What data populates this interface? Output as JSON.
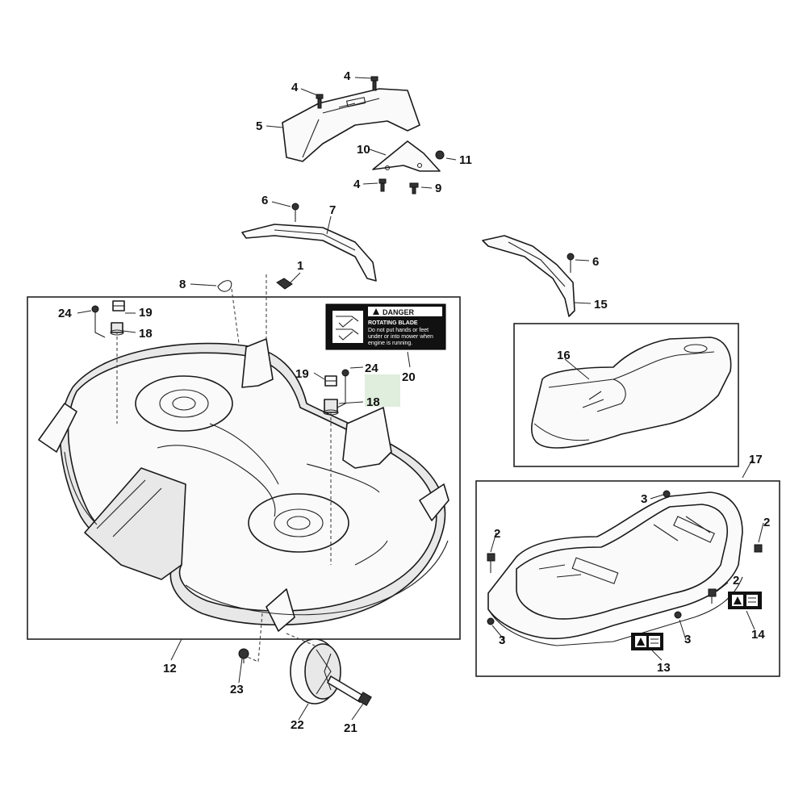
{
  "callouts": {
    "c1": "1",
    "c2a": "2",
    "c2b": "2",
    "c2c": "2",
    "c3a": "3",
    "c3b": "3",
    "c3c": "3",
    "c4a": "4",
    "c4b": "4",
    "c4c": "4",
    "c5": "5",
    "c6a": "6",
    "c6b": "6",
    "c7": "7",
    "c8": "8",
    "c9": "9",
    "c10": "10",
    "c11": "11",
    "c12": "12",
    "c13": "13",
    "c14": "14",
    "c15": "15",
    "c16": "16",
    "c17": "17",
    "c18a": "18",
    "c18b": "18",
    "c19a": "19",
    "c19b": "19",
    "c20": "20",
    "c21": "21",
    "c22": "22",
    "c23": "23",
    "c24a": "24",
    "c24b": "24"
  },
  "decal": {
    "title": "DANGER",
    "line1": "ROTATING BLADE",
    "line2": "Do not put hands or feet",
    "line3": "under or into mower when",
    "line4": "engine is running."
  },
  "colors": {
    "line": "#1a1a1a",
    "highlight": "#dfeedd",
    "decal_bg": "#111111"
  }
}
